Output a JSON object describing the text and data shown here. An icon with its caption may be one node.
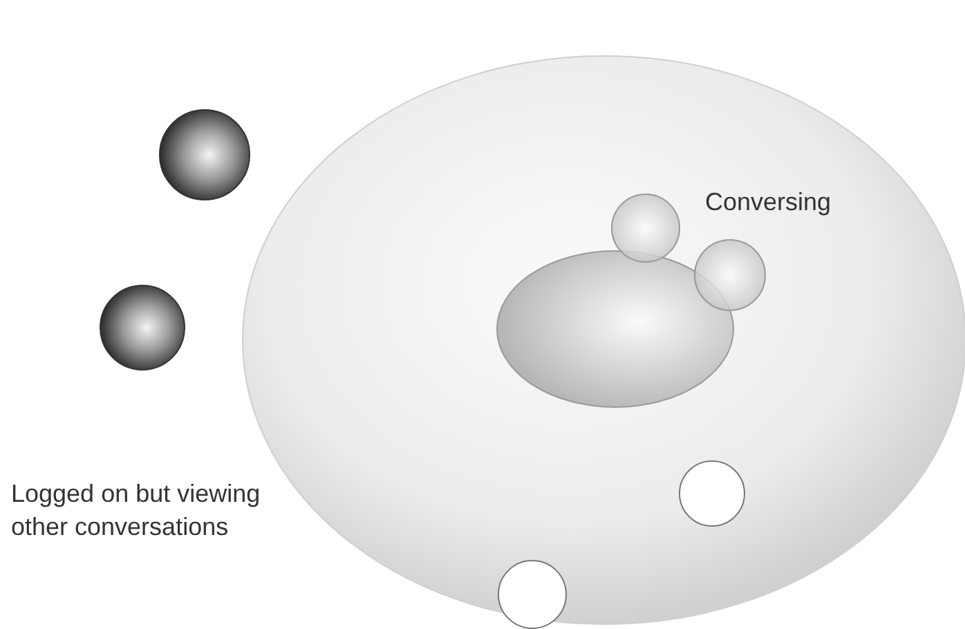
{
  "diagram": {
    "nodes": [
      {
        "text": [],
        "shape": "ellipse"
      },
      {
        "text": [],
        "shape": "circle"
      },
      {
        "text": [],
        "shape": "circle",
        "in": 0
      },
      {
        "text": [],
        "shape": "circle",
        "in": 0
      },
      {
        "text": [],
        "shape": "ellipse",
        "in": 0
      },
      {
        "text": [],
        "shape": "circle"
      },
      {
        "text": [],
        "shape": "circle",
        "in": 0
      },
      {
        "text": [],
        "shape": "circle",
        "in": 0
      }
    ],
    "labels": [
      "Conversing",
      "Logged on but viewing other conversations"
    ]
  }
}
